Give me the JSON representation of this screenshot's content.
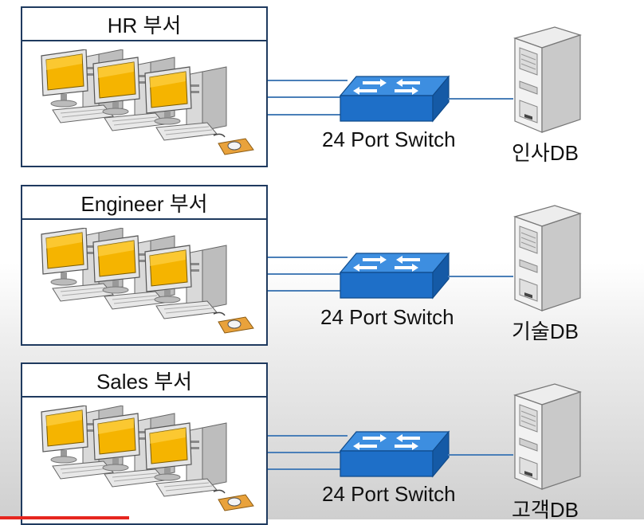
{
  "departments": [
    {
      "title": "HR 부서",
      "switch_label": "24 Port Switch",
      "db_label": "인사DB"
    },
    {
      "title": "Engineer 부서",
      "switch_label": "24 Port Switch",
      "db_label": "기술DB"
    },
    {
      "title": "Sales 부서",
      "switch_label": "24 Port Switch",
      "db_label": "고객DB"
    }
  ],
  "colors": {
    "box_border": "#1f3a5f",
    "link": "#4a7fb8",
    "switch_blue": "#1e6fc8",
    "monitor_screen": "#f5b400",
    "progress": "#e6261f"
  },
  "video": {
    "progress_fraction": 0.2
  }
}
